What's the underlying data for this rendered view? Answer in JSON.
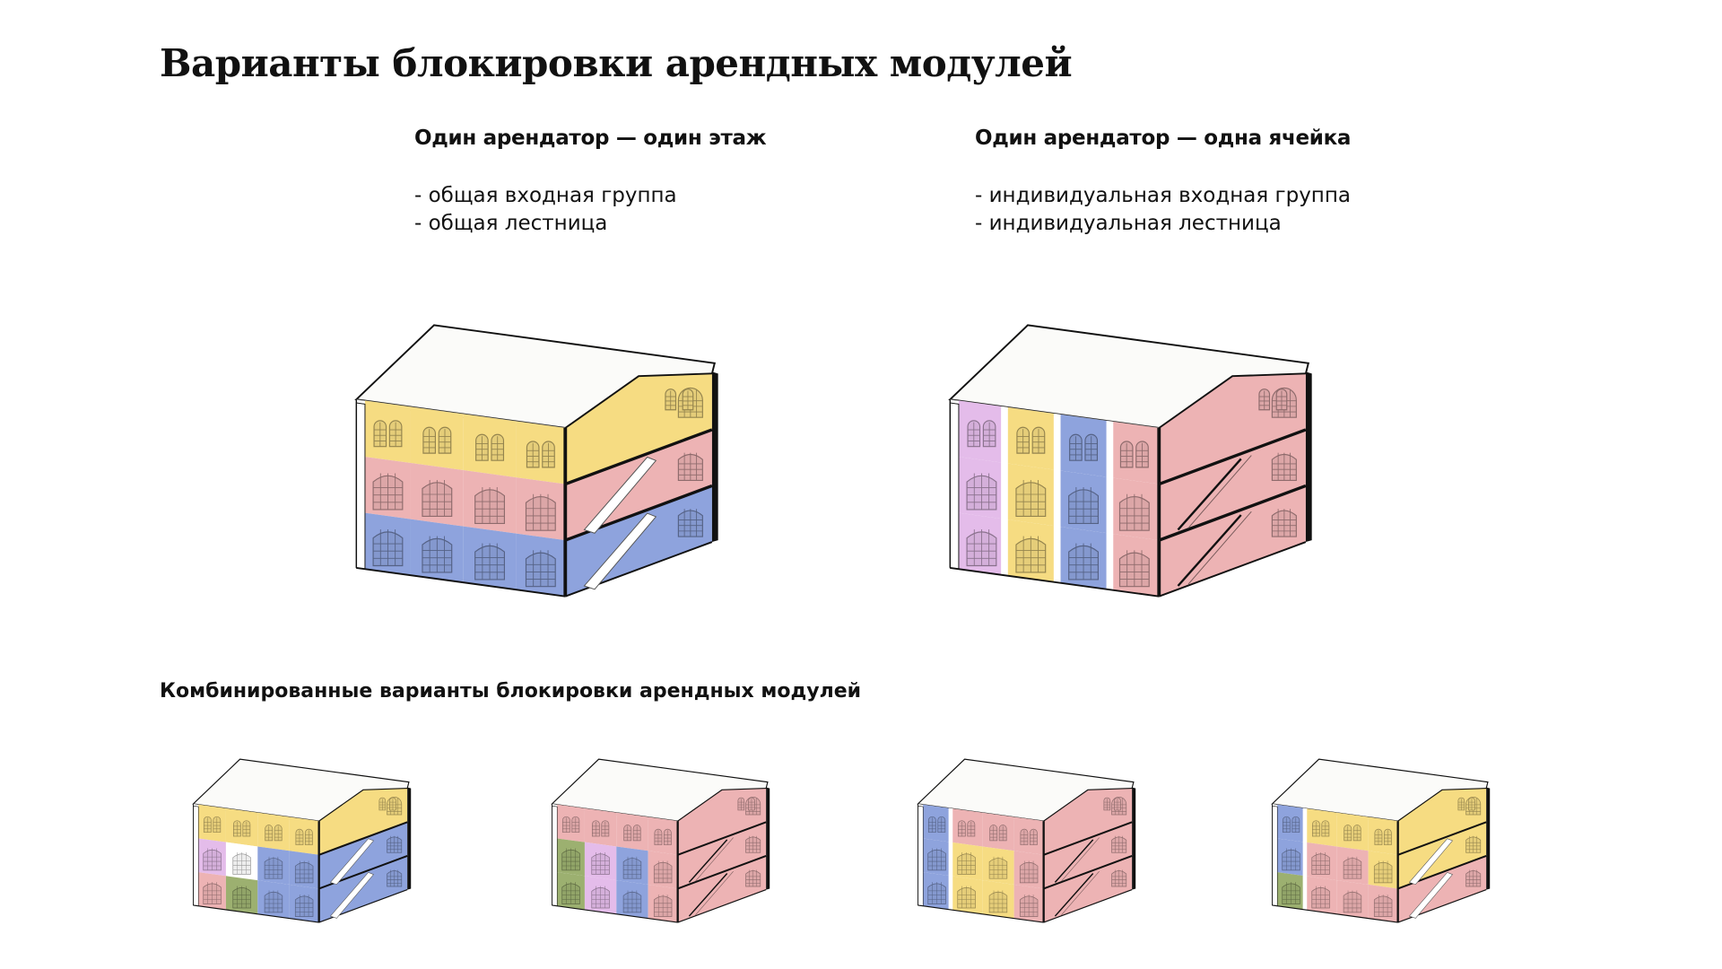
{
  "page": {
    "title": "Варианты блокировки арендных модулей"
  },
  "variants": [
    {
      "title": "Один арендатор — один этаж",
      "features": [
        "- общая входная группа",
        "- общая лестница"
      ]
    },
    {
      "title": "Один арендатор — одна ячейка",
      "features": [
        "- индивидуальная входная группа",
        "- индивидуальная лестница"
      ]
    }
  ],
  "combined": {
    "title": "Комбинированные варианты блокировки арендных модулей"
  },
  "colors": {
    "yellow": "#f6dc82",
    "pink": "#edb3b4",
    "blue": "#8ea3dd",
    "lilac": "#e4bcea",
    "green": "#9cb070",
    "white": "#ffffff",
    "outline": "#111111"
  },
  "buildings": [
    {
      "id": "floor-per-tenant",
      "large": true,
      "facade": [
        [
          "yellow",
          "yellow",
          "yellow",
          "yellow"
        ],
        [
          "pink",
          "pink",
          "pink",
          "pink"
        ],
        [
          "blue",
          "blue",
          "blue",
          "blue"
        ]
      ],
      "side": [
        "yellow",
        "pink",
        "blue"
      ],
      "stairs": true
    },
    {
      "id": "cell-per-tenant",
      "large": true,
      "facade": [
        [
          "lilac",
          "yellow",
          "blue",
          "pink"
        ],
        [
          "lilac",
          "yellow",
          "blue",
          "pink"
        ],
        [
          "lilac",
          "yellow",
          "blue",
          "pink"
        ]
      ],
      "side": [
        "pink",
        "pink",
        "pink"
      ],
      "stairs": false
    },
    {
      "id": "combo-1",
      "large": false,
      "facade": [
        [
          "yellow",
          "yellow",
          "yellow",
          "yellow"
        ],
        [
          "lilac",
          "white",
          "blue",
          "blue"
        ],
        [
          "pink",
          "green",
          "blue",
          "blue"
        ]
      ],
      "side": [
        "yellow",
        "blue",
        "blue"
      ],
      "stairs": true
    },
    {
      "id": "combo-2",
      "large": false,
      "facade": [
        [
          "pink",
          "pink",
          "pink",
          "pink"
        ],
        [
          "green",
          "lilac",
          "blue",
          "pink"
        ],
        [
          "green",
          "lilac",
          "blue",
          "pink"
        ]
      ],
      "side": [
        "pink",
        "pink",
        "pink"
      ],
      "stairs": false
    },
    {
      "id": "combo-3",
      "large": false,
      "facade": [
        [
          "blue",
          "pink",
          "pink",
          "pink"
        ],
        [
          "blue",
          "yellow",
          "yellow",
          "pink"
        ],
        [
          "blue",
          "yellow",
          "yellow",
          "pink"
        ]
      ],
      "side": [
        "pink",
        "pink",
        "pink"
      ],
      "stairs": false
    },
    {
      "id": "combo-4",
      "large": false,
      "facade": [
        [
          "blue",
          "yellow",
          "yellow",
          "yellow"
        ],
        [
          "blue",
          "pink",
          "pink",
          "yellow"
        ],
        [
          "green",
          "pink",
          "pink",
          "pink"
        ]
      ],
      "side": [
        "yellow",
        "yellow",
        "pink"
      ],
      "stairs": true
    }
  ]
}
